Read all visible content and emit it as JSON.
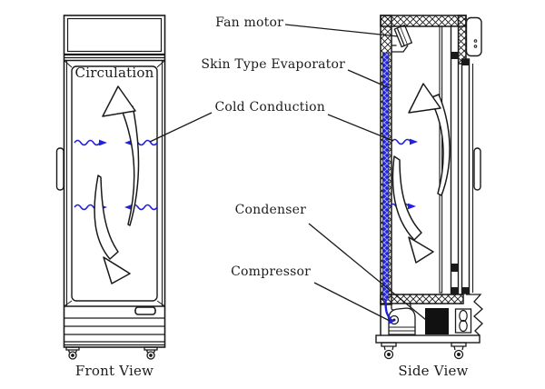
{
  "diagram": {
    "type": "technical-line-diagram",
    "subject": "Display cooler refrigeration and airflow diagram, front and side views",
    "labels": {
      "circulation": "Circulation",
      "fan_motor": "Fan motor",
      "skin_type_evaporator": "Skin Type Evaporator",
      "cold_conduction": "Cold Conduction",
      "condenser": "Condenser",
      "compressor": "Compressor",
      "front_view": "Front View",
      "side_view": "Side View"
    },
    "callouts": [
      {
        "label": "Fan motor",
        "points_to": "tilted fan motor unit at top interior of side view"
      },
      {
        "label": "Skin Type Evaporator",
        "points_to": "blue evaporator strip embedded in rear insulated wall of side view"
      },
      {
        "label": "Cold Conduction",
        "points_to": "blue wavy arrows radiating into cabinet in both front and side views"
      },
      {
        "label": "Condenser",
        "points_to": "solid black condenser block in bottom machine compartment of side view"
      },
      {
        "label": "Compressor",
        "points_to": "compressor unit with port in bottom machine compartment of side view"
      }
    ],
    "colors": {
      "line": "#1a1a1a",
      "cold_blue": "#2121dd",
      "condenser_fill": "#111111",
      "background": "#ffffff"
    }
  }
}
